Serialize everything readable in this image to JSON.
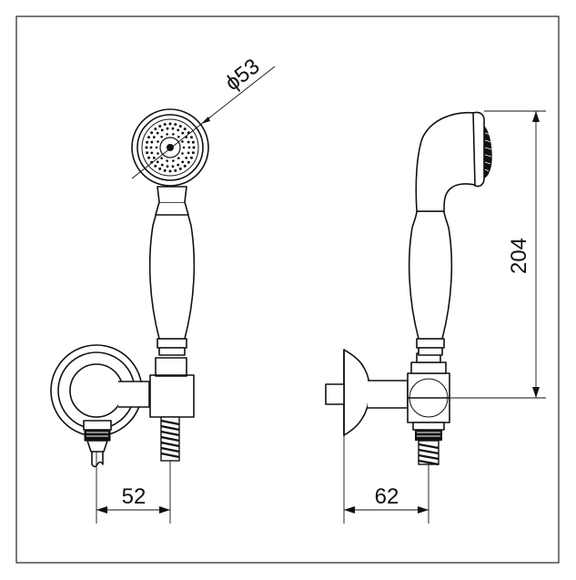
{
  "drawing": {
    "dimensions": {
      "diameter_label": "ϕ53",
      "height_label": "204",
      "front_width_label": "52",
      "side_width_label": "62"
    }
  }
}
